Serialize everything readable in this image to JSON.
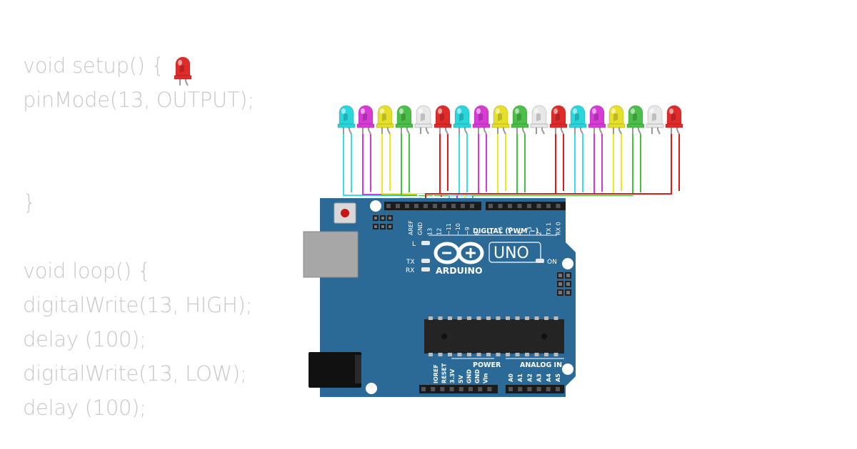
{
  "code_lines": [
    "void setup() {",
    "pinMode(13, OUTPUT);",
    "",
    "",
    "}",
    "",
    "void loop() {",
    "digitalWrite(13, HIGH);",
    "delay (100);",
    "digitalWrite(13, LOW);",
    "delay (100);"
  ],
  "board": {
    "model_label": "UNO",
    "brand_label": "ARDUINO",
    "digital_header_label": "DIGITAL (PWM ~)",
    "power_header_label": "POWER",
    "analog_header_label": "ANALOG IN",
    "on_label": "ON",
    "l_label": "L",
    "tx_label": "TX",
    "rx_label": "RX",
    "top_pins_left": [
      "AREF",
      "GND",
      "13",
      "12",
      "~11",
      "~10",
      "~9",
      "8"
    ],
    "top_pins_right": [
      "7",
      "~6",
      "~5",
      "4",
      "~3",
      "2",
      "TX 1",
      "RX 0"
    ],
    "power_pins": [
      "IOREF",
      "RESET",
      "3.3V",
      "5V",
      "GND",
      "GND",
      "Vin"
    ],
    "analog_pins": [
      "A0",
      "A1",
      "A2",
      "A3",
      "A4",
      "A5"
    ]
  },
  "leds": {
    "colors": [
      "cyan",
      "magenta",
      "yellow",
      "green",
      "white",
      "red",
      "cyan",
      "magenta",
      "yellow",
      "green",
      "white",
      "red",
      "cyan",
      "magenta",
      "yellow",
      "green",
      "white",
      "red"
    ],
    "palette": {
      "cyan": "#2ad6dc",
      "magenta": "#d63bd6",
      "yellow": "#e6e02a",
      "green": "#4cbf4a",
      "white": "#e8e8e8",
      "red": "#e02b2b"
    },
    "wire_palette": {
      "cyan": "#36e0e6",
      "magenta": "#d936d9",
      "yellow": "#f0e81c",
      "green": "#3fc43f",
      "white": "#ffffff",
      "red": "#e01a1a"
    },
    "small_led_color": "red"
  },
  "colors": {
    "board": "#2b6a97",
    "board_dark": "#1f5478",
    "code_text": "#c8c8c8"
  }
}
